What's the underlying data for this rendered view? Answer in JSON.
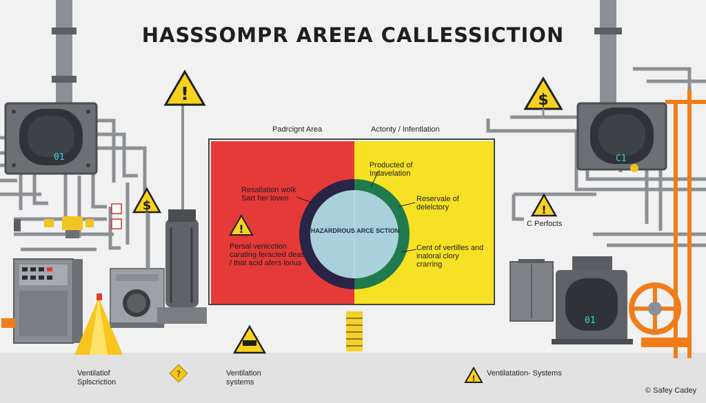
{
  "title": "HASSSOMPR AREEA CALLESSICTION",
  "panel": {
    "left_heading": "Padrcignt Area",
    "right_heading": "Actonty / Infentlation",
    "center_label": "HAZARDROUS ARCE SCTION",
    "left_text_1": "Resallation wolk Sart her loven",
    "left_text_2": "Persal venicction carating feracted deas / that acid afers lorius",
    "right_text_1": "Producted of Indavelation",
    "right_text_2": "Reservale of delelctory",
    "right_text_3": "Cent of vertilles and inaloral clory crarring"
  },
  "machines": {
    "left_display": "01",
    "right_display": "C1",
    "bottom_right_display": "01"
  },
  "side_label": "C Perfocts",
  "footer": {
    "item_1": "Ventilatiof Splscriction",
    "item_2": "Ventilation systems",
    "item_3": "Ventilatation- Systems",
    "credit": "© Safey Cadey"
  },
  "colors": {
    "hazard_red": "#e53a38",
    "safe_yellow": "#f7e124",
    "ring_dark": "#2a2447",
    "ring_green": "#1f7a4d",
    "center_blue": "#a9d1dc",
    "pipe_gray": "#8c8f94",
    "warning_yellow": "#f5c518",
    "accent_orange": "#f07d1a"
  }
}
